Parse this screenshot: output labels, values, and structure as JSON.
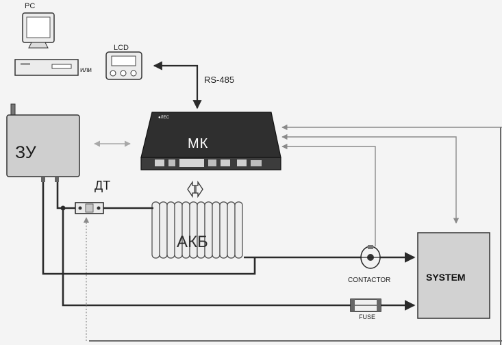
{
  "labels": {
    "pc": "PC",
    "lcd": "LCD",
    "or": "или",
    "rs485": "RS-485",
    "charger": "ЗУ",
    "controller": "МК",
    "controller_brand": "●ЛЕС",
    "temp_sensor": "ДТ",
    "battery": "АКБ",
    "contactor": "CONTACTOR",
    "system": "SYSTEM",
    "fuse": "FUSE"
  },
  "colors": {
    "background": "#f4f4f4",
    "line": "#2a2a2a",
    "thin_line": "#8a8a8a",
    "controller_body": "#3c3c3c",
    "system_box": "#d2d2d2",
    "charger_box": "#cfcfcf",
    "battery_cell": "#eeeeee"
  }
}
